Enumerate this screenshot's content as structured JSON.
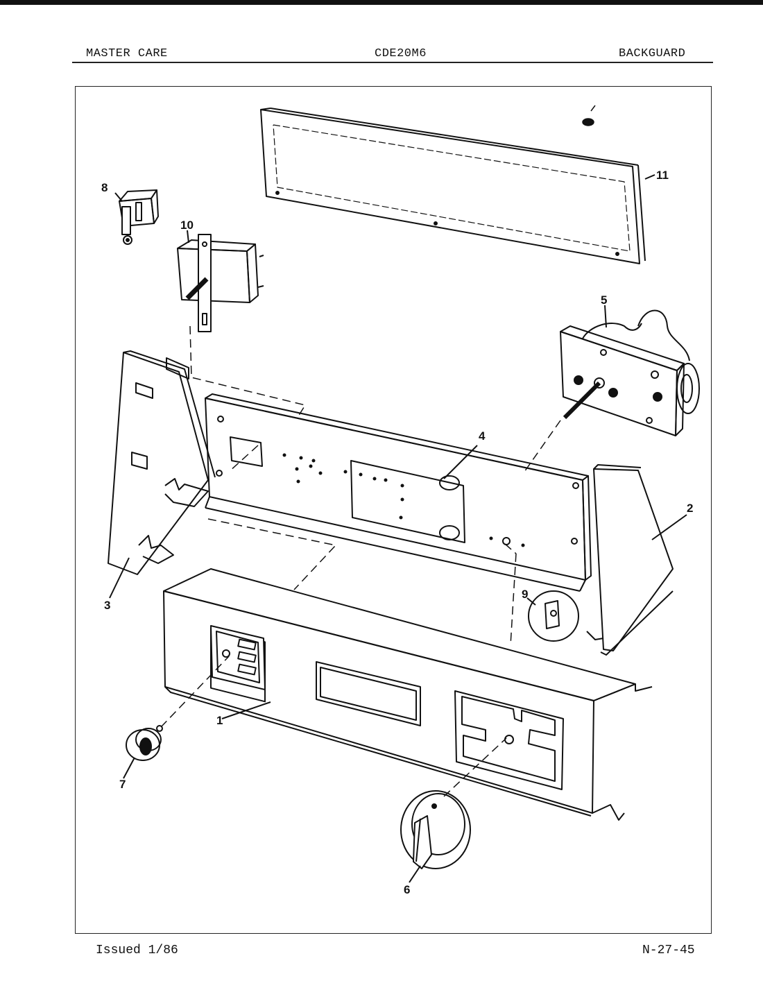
{
  "header": {
    "left": "MASTER CARE",
    "center": "CDE20M6",
    "right": "BACKGUARD"
  },
  "footer": {
    "issued": "Issued 1/86",
    "page_code": "N-27-45"
  },
  "callouts": {
    "p1": "1",
    "p2": "2",
    "p3": "3",
    "p4": "4",
    "p5": "5",
    "p6": "6",
    "p7": "7",
    "p8": "8",
    "p9": "9",
    "p10": "10",
    "p11": "11"
  }
}
